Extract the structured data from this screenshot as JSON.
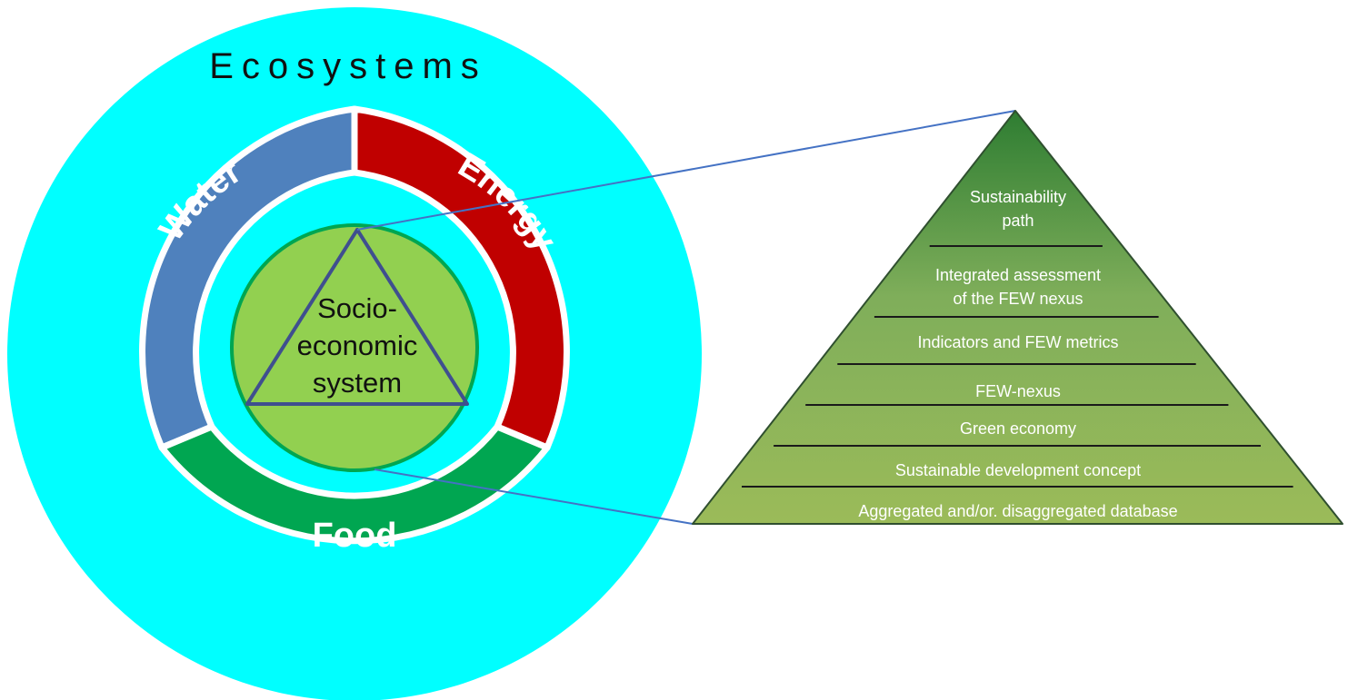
{
  "outer_label": "Ecosystems",
  "rings": {
    "water": "Water",
    "energy": "Energy",
    "food": "Food"
  },
  "core": {
    "line1": "Socio-",
    "line2": "economic",
    "line3": "system"
  },
  "pyramid": {
    "levels": [
      {
        "lines": [
          "Sustainability",
          "path"
        ]
      },
      {
        "lines": [
          "Integrated assessment",
          "of the FEW nexus"
        ]
      },
      {
        "lines": [
          "Indicators and FEW metrics"
        ]
      },
      {
        "lines": [
          "FEW-nexus"
        ]
      },
      {
        "lines": [
          "Green economy"
        ]
      },
      {
        "lines": [
          "Sustainable development concept"
        ]
      },
      {
        "lines": [
          "Aggregated and/or. disaggregated database"
        ]
      }
    ]
  },
  "colors": {
    "ecosystems": "#00FFFF",
    "water": "#4F81BD",
    "energy": "#C00000",
    "food": "#00A651",
    "core": "#92D050",
    "pyramid_top": "#2E7D32",
    "pyramid_base": "#9BBB59",
    "connector": "#4472C4"
  }
}
